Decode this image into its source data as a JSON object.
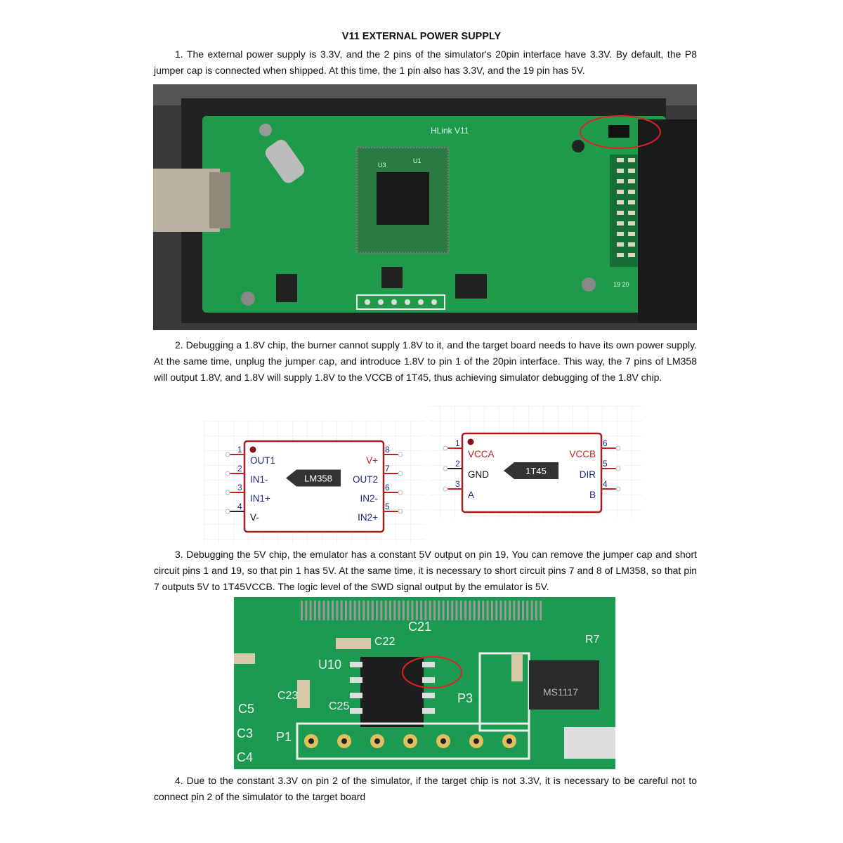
{
  "title": "V11 EXTERNAL POWER SUPPLY",
  "paragraphs": [
    "1. The external power supply is 3.3V, and the 2 pins of the simulator's 20pin interface have 3.3V. By default, the P8 jumper cap is connected when shipped. At this time, the 1 pin also has 3.3V, and the 19 pin has 5V.",
    "2. Debugging a 1.8V chip, the burner cannot supply 1.8V to it, and the target board needs to have its own power supply. At the same time, unplug the jumper cap, and introduce 1.8V to pin 1 of the 20pin interface. This way, the 7 pins of LM358 will output 1.8V, and 1.8V will supply 1.8V to the VCCB of 1T45, thus achieving simulator debugging of the 1.8V chip.",
    "3. Debugging the 5V chip, the emulator has a constant 5V output on pin 19. You can remove the jumper cap and short circuit pins 1 and 19, so that pin 1 has 5V. At the same time, it is necessary to short circuit pins 7 and 8 of LM358, so that pin 7 outputs 5V to 1T45VCCB. The logic level of the SWD signal output by the emulator is 5V.",
    "4. Due to the constant 3.3V on pin 2 of the simulator, if the target chip is not 3.3V, it is necessary to be careful not to connect pin 2 of the simulator to the target board"
  ],
  "photo1": {
    "board_label": "HLink V11",
    "u1": "U1",
    "u3": "U3",
    "pins": "19 20"
  },
  "photo2": {
    "u10": "U10",
    "c21": "C21",
    "c22": "C22",
    "p1": "P1",
    "p3": "P3",
    "c5": "C5",
    "c3": "C3",
    "c4": "C4",
    "c23": "C23",
    "c25": "C25",
    "r7": "R7",
    "ms": "MS1117"
  },
  "lm358": {
    "name": "LM358",
    "left_pins": [
      {
        "num": "1",
        "label": "OUT1"
      },
      {
        "num": "2",
        "label": "IN1-"
      },
      {
        "num": "3",
        "label": "IN1+"
      },
      {
        "num": "4",
        "label": "V-"
      }
    ],
    "right_pins": [
      {
        "num": "8",
        "label": "V+"
      },
      {
        "num": "7",
        "label": "OUT2"
      },
      {
        "num": "6",
        "label": "IN2-"
      },
      {
        "num": "5",
        "label": "IN2+"
      }
    ]
  },
  "t1t45": {
    "name": "1T45",
    "left_pins": [
      {
        "num": "1",
        "label": "VCCA"
      },
      {
        "num": "2",
        "label": "GND"
      },
      {
        "num": "3",
        "label": "A"
      }
    ],
    "right_pins": [
      {
        "num": "6",
        "label": "VCCB"
      },
      {
        "num": "5",
        "label": "DIR"
      },
      {
        "num": "4",
        "label": "B"
      }
    ]
  },
  "colors": {
    "pcb_green": "#1f9a4a",
    "highlight_red": "#d22",
    "chip_outline": "#a02020",
    "pin_label_blue": "#1c2a8a",
    "power_red": "#c62020"
  }
}
